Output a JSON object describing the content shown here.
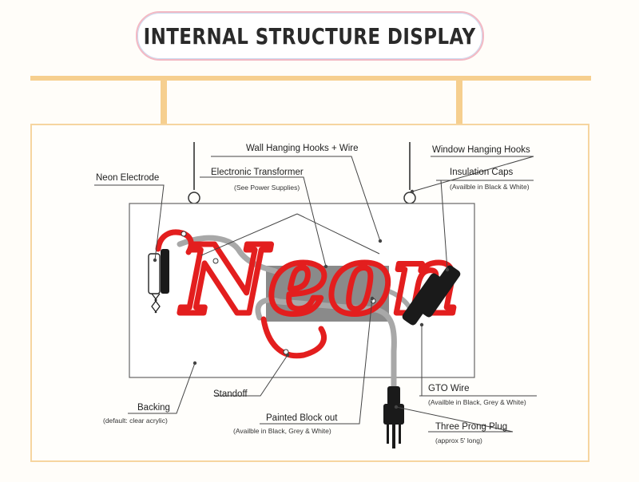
{
  "title": "INTERNAL STRUCTURE DISPLAY",
  "labels": {
    "wall_hooks": "Wall Hanging Hooks + Wire",
    "window_hooks": "Window Hanging Hooks",
    "neon_electrode": "Neon Electrode",
    "transformer": "Electronic Transformer",
    "transformer_sub": "(See Power Supplies)",
    "insulation_caps": "Insulation Caps",
    "insulation_caps_sub": "(Availble in Black & White)",
    "sign_word": "Neon",
    "gto_wire": "GTO Wire",
    "gto_wire_sub": "(Availble in Black, Grey & White)",
    "backing": "Backing",
    "backing_sub": "(default: clear acrylic)",
    "standoff": "Standoff",
    "painted_block": "Painted Block out",
    "painted_block_sub": "(Availble in Black, Grey & White)",
    "plug": "Three Prong Plug",
    "plug_sub": "(approx 5' long)"
  },
  "colors": {
    "neon_red": "#e31e1e",
    "frame_orange": "#f6cf8f",
    "block_grey": "#8a8a8a",
    "cap_black": "#1a1a1a"
  }
}
